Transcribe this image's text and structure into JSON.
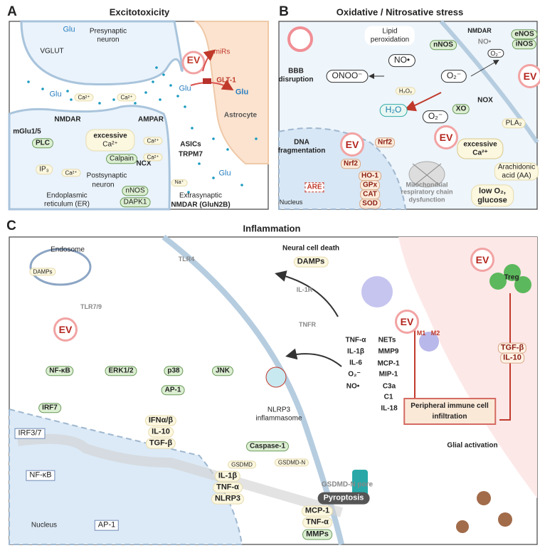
{
  "panel_a": {
    "letter": "A",
    "title": "Excitotoxicity",
    "glu": "Glu",
    "presynaptic": "Presynaptic\nneuron",
    "vglut": "VGLUT",
    "ev": "EV",
    "mirs": "miRs",
    "glt1": "GLT-1",
    "ca": "Ca²⁺",
    "nmdar": "NMDAR",
    "ampar": "AMPAR",
    "mglu": "mGlu1/5",
    "excessive_ca": "excessive",
    "plc": "PLC",
    "astrocyte": "Astrocyte",
    "asics": "ASICs",
    "trpm7": "TRPM7",
    "ip3": "IP₃",
    "calpain": "Calpain",
    "ncx": "NCX",
    "postsynaptic": "Postsynaptic",
    "neuron": "neuron",
    "na": "Na⁺",
    "nnos": "nNOS",
    "dapk1": "DAPK1",
    "er1": "Endoplasmic",
    "er2": "reticulum (ER)",
    "extra1": "Extrasynaptic",
    "extra2": "NMDAR (GluN2B)"
  },
  "panel_b": {
    "letter": "B",
    "title": "Oxidative / Nitrosative stress",
    "lipid1": "Lipid",
    "lipid2": "peroxidation",
    "nmdar": "NMDAR",
    "enos": "eNOS",
    "inos": "iNOS",
    "no": "NO•",
    "nnos": "nNOS",
    "o2": "O₂⁻",
    "bbb1": "BBB",
    "bbb2": "disruption",
    "onoo": "ONOO⁻",
    "ev": "EV",
    "h2o2": "H₂O₂",
    "nox": "NOX",
    "h2o": "H₂O",
    "xo": "XO",
    "pla2": "PLA₂",
    "dna1": "DNA",
    "dna2": "fragmentation",
    "nrf2": "Nrf2",
    "exc1": "excessive",
    "exc2": "Ca²⁺",
    "ho1": "HO-1",
    "gpx": "GPx",
    "cat": "CAT",
    "sod": "SOD",
    "are": "ARE",
    "aa1": "Arachidonic",
    "aa2": "acid (AA)",
    "mito1": "Mitochondrial",
    "mito2": "respiratory chain",
    "mito3": "dysfunction",
    "low1": "low O₂,",
    "low2": "glucose",
    "nucleus": "Nucleus"
  },
  "panel_c": {
    "letter": "C",
    "title": "Inflammation",
    "endosome": "Endosome",
    "ncd": "Neural cell death",
    "damps": "DAMPs",
    "tlr4": "TLR4",
    "il1r": "IL-1R",
    "tlr79": "TLR7/9",
    "ev": "EV",
    "tnfr": "TNFR",
    "nfkb": "NF-κB",
    "erk": "ERK1/2",
    "p38": "p38",
    "jnk": "JNK",
    "ap1": "AP-1",
    "mediators_left": [
      "TNF-α",
      "IL-1β",
      "IL-6",
      "O₂⁻",
      "NO•"
    ],
    "mediators_right": [
      "NETs",
      "MMP9",
      "MCP-1",
      "MIP-1",
      "C3a",
      "C1",
      "IL-18"
    ],
    "m1": "M1",
    "m2": "M2",
    "treg": "Treg",
    "tgfb": "TGF-β",
    "il10": "IL-10",
    "pici1": "Peripheral immune cell",
    "pici2": "infiltration",
    "irf7": "IRF7",
    "nlrp3_1": "NLRP3",
    "nlrp3_2": "inflammasome",
    "casp1": "Caspase-1",
    "gsdmd": "GSDMD",
    "gsdmdn": "GSDMD-N",
    "glial": "Glial activation",
    "ifn": "IFNα/β",
    "irf37": "IRF3/7",
    "il1b": "IL-1β",
    "tnfa": "TNF-α",
    "nlrp3": "NLRP3",
    "pore": "GSDMD-N pore",
    "pyroptosis": "Pyroptosis",
    "nucleus": "Nucleus",
    "mcp1": "MCP-1",
    "mmps": "MMPs"
  },
  "colors": {
    "ev_red": "#b3241d",
    "glu_blue": "#2a7fc0",
    "green_pill": "#dcefd2"
  }
}
